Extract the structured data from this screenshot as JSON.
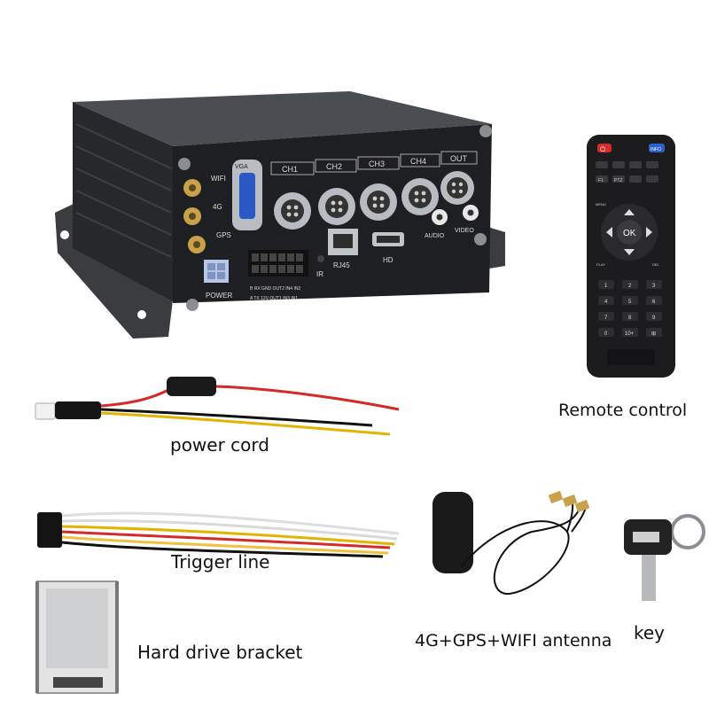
{
  "dvr": {
    "port_labels": {
      "wifi": "WIFI",
      "4g": "4G",
      "gps": "GPS",
      "vga": "VGA",
      "ch1": "CH1",
      "ch2": "CH2",
      "ch3": "CH3",
      "ch4": "CH4",
      "out": "OUT",
      "audio": "AUDIO",
      "video": "VIDEO",
      "rj45": "RJ45",
      "hd": "HD",
      "ir": "IR",
      "power": "POWER"
    },
    "terminal_labels": {
      "row_b": "B RX GND OUT2 IN4 IN2",
      "row_a": "A TX 12V OUT1 IN3 IN1"
    }
  },
  "remote": {
    "buttons": {
      "power": "⏻",
      "info": "INFO",
      "f1": "F1",
      "ptz": "PTZ",
      "menu": "MENU",
      "ok": "OK",
      "play": "PLAY",
      "del": "DEL",
      "digits": [
        "1",
        "2",
        "3",
        "4",
        "5",
        "6",
        "7",
        "8",
        "9",
        "0",
        "10+",
        "⊞"
      ]
    }
  },
  "captions": {
    "remote_control": "Remote control",
    "power_cord": "power cord",
    "trigger_line": "Trigger line",
    "hard_drive_bracket": "Hard drive bracket",
    "antenna": "4G+GPS+WIFI antenna",
    "key": "key"
  },
  "colors": {
    "dvr_body": "#2b2d30",
    "remote_body": "#1c1c1e",
    "power_button": "#d62b2b",
    "info_button": "#2b62c9",
    "wire_red": "#d32a2a",
    "wire_yellow": "#e2b300",
    "wire_black": "#111111",
    "wire_white": "#dedede"
  }
}
